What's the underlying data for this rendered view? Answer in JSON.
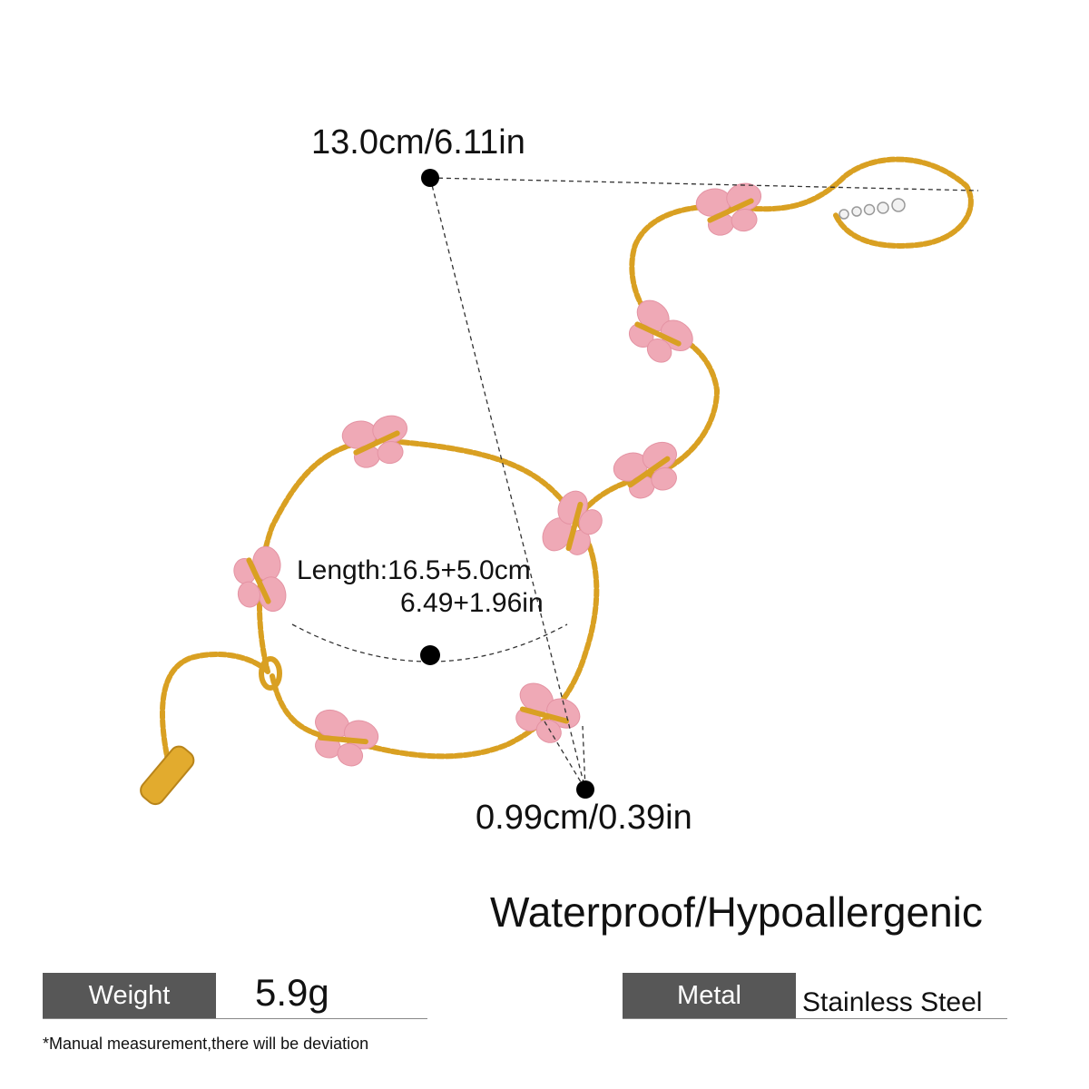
{
  "dimensions": {
    "chain_span": "13.0cm/6.11in",
    "length_cm": "Length:16.5+5.0cm",
    "length_in": "6.49+1.96in",
    "charm_size": "0.99cm/0.39in"
  },
  "feature_text": "Waterproof/Hypoallergenic",
  "specs": {
    "weight_label": "Weight",
    "weight_value": "5.9g",
    "metal_label": "Metal",
    "metal_value": "Stainless Steel"
  },
  "note": "*Manual measurement,there will be deviation",
  "colors": {
    "gold": "#d9a022",
    "pink": "#efa9b6",
    "tag": "#575757"
  }
}
